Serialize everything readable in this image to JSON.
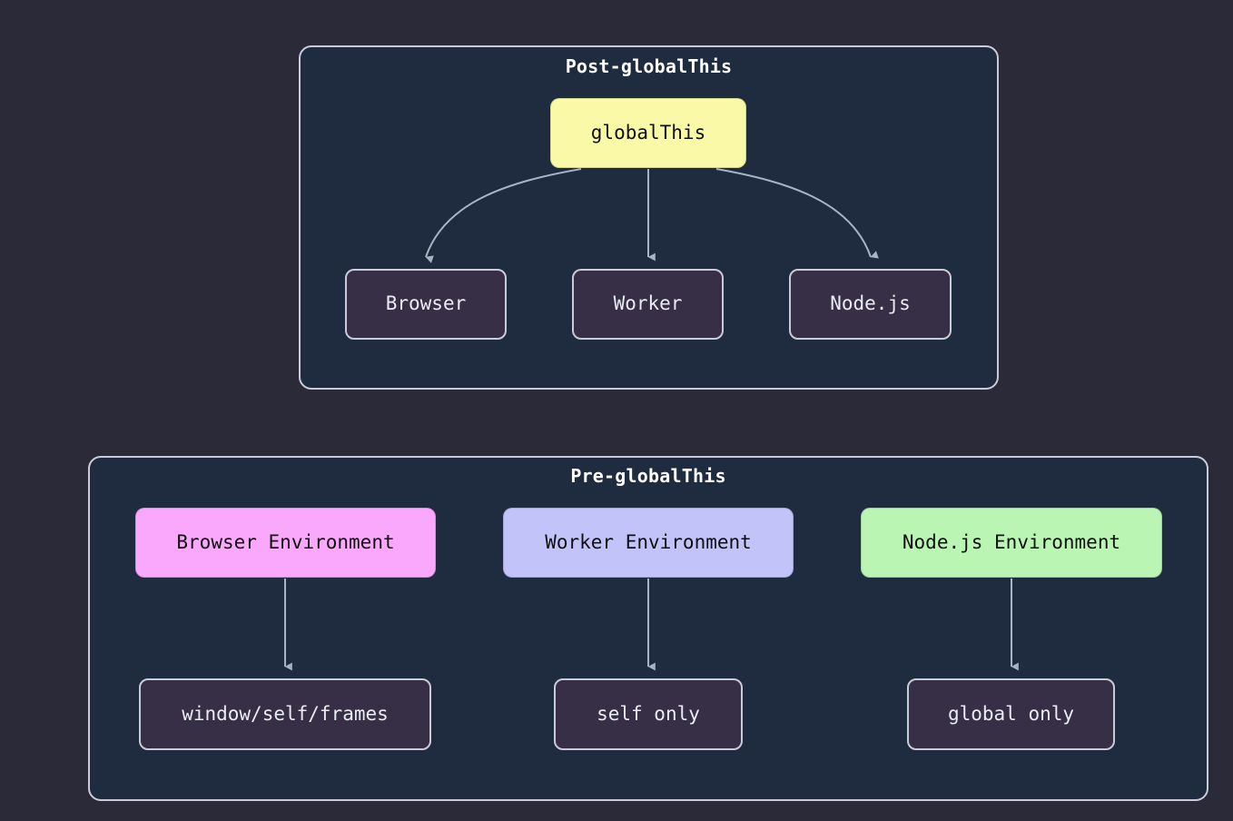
{
  "diagram": {
    "type": "flowchart",
    "background_color": "#2b2a39",
    "panel_fill": "#1f2b3e",
    "panel_border": "#c9ccd6",
    "edge_color": "#a7b4c6",
    "panels": [
      {
        "id": "post",
        "title": "Post-globalThis",
        "nodes": [
          {
            "id": "globalthis",
            "label": "globalThis",
            "style": "yellow",
            "color": "#faf9a7"
          },
          {
            "id": "browser",
            "label": "Browser",
            "style": "dark",
            "color": "#372f45"
          },
          {
            "id": "worker",
            "label": "Worker",
            "style": "dark",
            "color": "#372f45"
          },
          {
            "id": "nodejs",
            "label": "Node.js",
            "style": "dark",
            "color": "#372f45"
          }
        ],
        "edges": [
          {
            "from": "globalthis",
            "to": "browser",
            "shape": "curved"
          },
          {
            "from": "globalthis",
            "to": "worker",
            "shape": "straight"
          },
          {
            "from": "globalthis",
            "to": "nodejs",
            "shape": "curved"
          }
        ]
      },
      {
        "id": "pre",
        "title": "Pre-globalThis",
        "nodes": [
          {
            "id": "browser-env",
            "label": "Browser Environment",
            "style": "pink",
            "color": "#f9a8fb"
          },
          {
            "id": "worker-env",
            "label": "Worker Environment",
            "style": "purple",
            "color": "#c2c3f8"
          },
          {
            "id": "node-env",
            "label": "Node.js Environment",
            "style": "green",
            "color": "#baf5b4"
          },
          {
            "id": "window-self",
            "label": "window/self/frames",
            "style": "dark",
            "color": "#372f45"
          },
          {
            "id": "self-only",
            "label": "self only",
            "style": "dark",
            "color": "#372f45"
          },
          {
            "id": "global-only",
            "label": "global only",
            "style": "dark",
            "color": "#372f45"
          }
        ],
        "edges": [
          {
            "from": "browser-env",
            "to": "window-self",
            "shape": "straight"
          },
          {
            "from": "worker-env",
            "to": "self-only",
            "shape": "straight"
          },
          {
            "from": "node-env",
            "to": "global-only",
            "shape": "straight"
          }
        ]
      }
    ]
  }
}
